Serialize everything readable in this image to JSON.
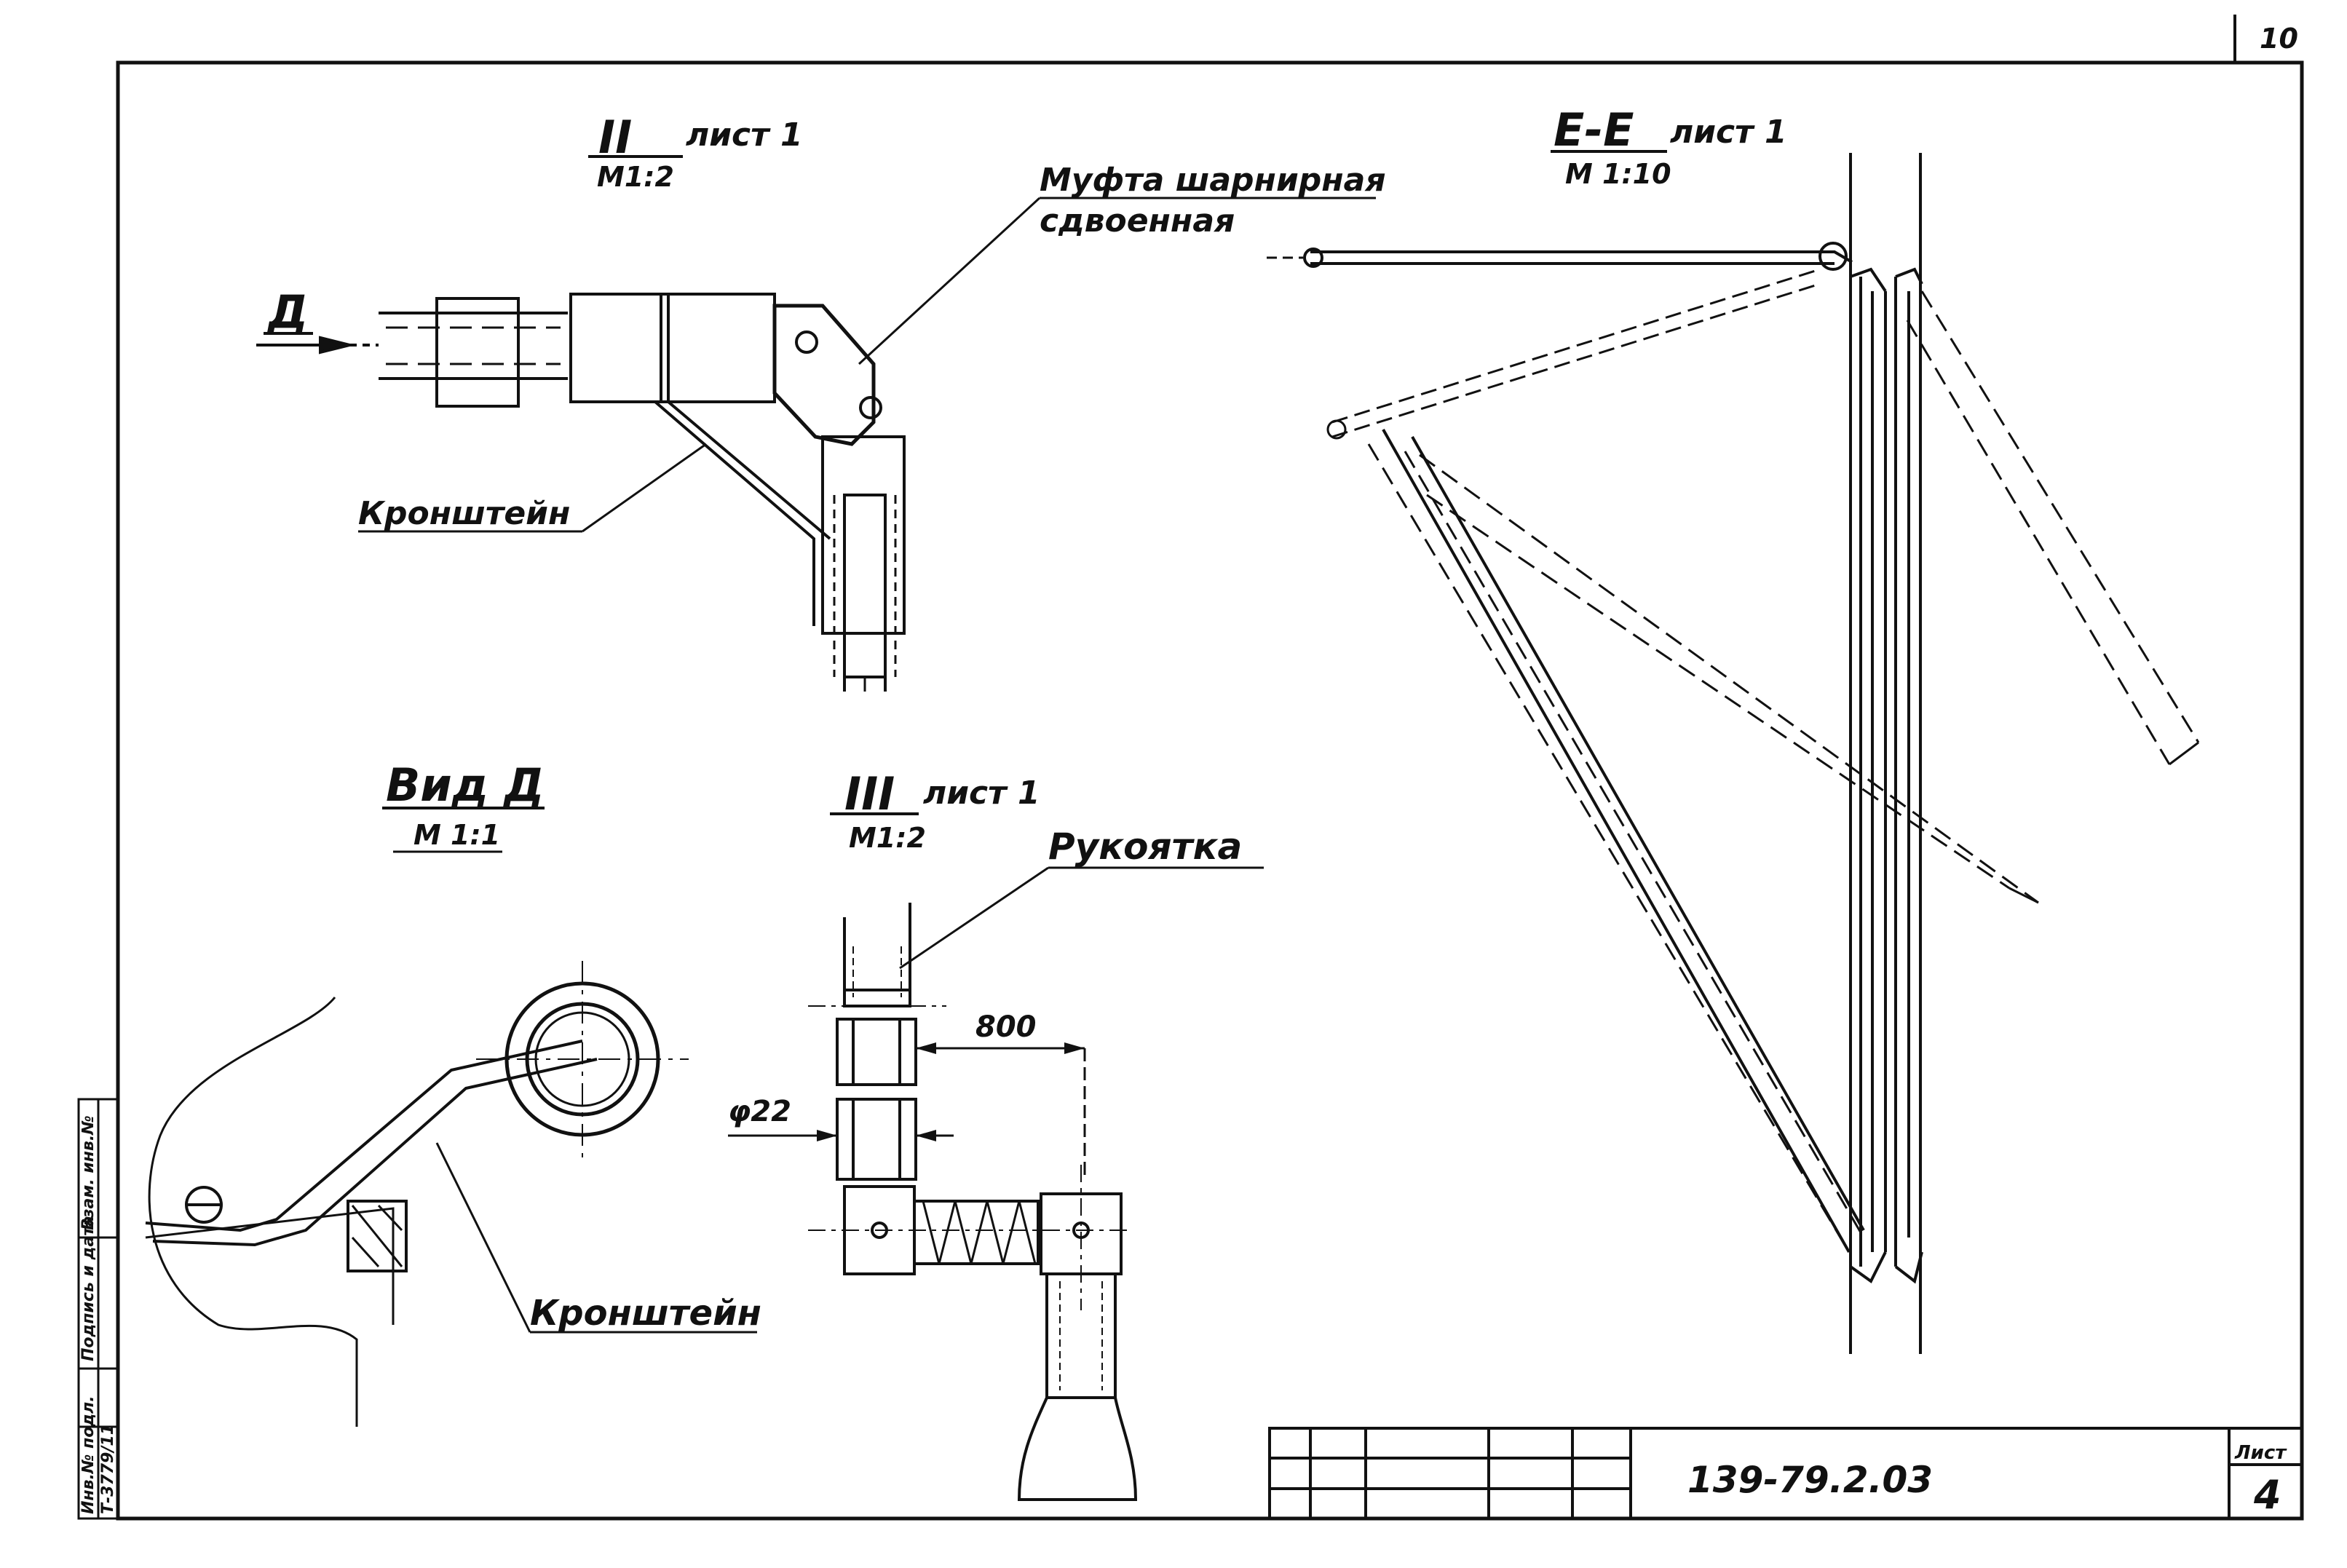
{
  "page_number": "10",
  "views": {
    "detail_ii": {
      "title": "II",
      "sheet_ref": "лист 1",
      "scale": "М1:2"
    },
    "section_ee": {
      "title": "Е-Е",
      "sheet_ref": "лист 1",
      "scale": "М 1:10"
    },
    "view_d": {
      "title": "Вид Д",
      "scale": "М 1:1"
    },
    "detail_iii": {
      "title": "III",
      "sheet_ref": "лист 1",
      "scale": "М1:2"
    }
  },
  "callouts": {
    "coupling_line1": "Муфта шарнирная",
    "coupling_line2": "сдвоенная",
    "bracket_top": "Кронштейн",
    "bracket_bottom": "Кронштейн",
    "handle": "Рукоятка",
    "view_arrow": "Д"
  },
  "dimensions": {
    "length": "800",
    "diameter": "φ22"
  },
  "side_stamp": [
    "Инв.№ подл.",
    "Подпись и дата",
    "Взам. инв.№"
  ],
  "side_stamp_number": "Т-3779/11",
  "title_block": {
    "document_code": "139-79.2.03",
    "sheet_label": "Лист",
    "sheet_number": "4"
  }
}
